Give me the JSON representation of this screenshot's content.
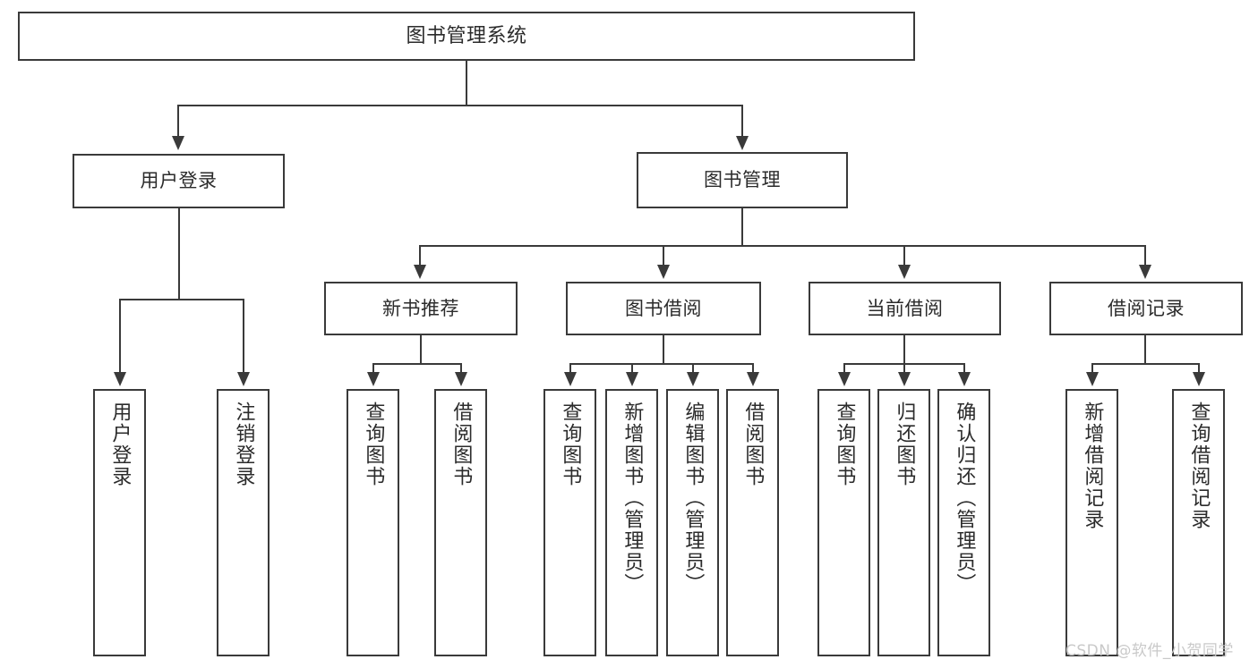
{
  "diagram": {
    "title": "图书管理系统",
    "type": "功能结构图",
    "watermark": "CSDN @软件_小贺同学"
  },
  "nodes": {
    "root": {
      "label": "图书管理系统"
    },
    "level2": [
      {
        "label": "用户登录"
      },
      {
        "label": "图书管理"
      }
    ],
    "level3": [
      {
        "label": "新书推荐"
      },
      {
        "label": "图书借阅"
      },
      {
        "label": "当前借阅"
      },
      {
        "label": "借阅记录"
      }
    ],
    "leaves": [
      {
        "label": "用户登录"
      },
      {
        "label": "注销登录"
      },
      {
        "label": "查询图书"
      },
      {
        "label": "借阅图书"
      },
      {
        "label": "查询图书"
      },
      {
        "label": "新增图书（管理员）"
      },
      {
        "label": "编辑图书（管理员）"
      },
      {
        "label": "借阅图书"
      },
      {
        "label": "查询图书"
      },
      {
        "label": "归还图书"
      },
      {
        "label": "确认归还（管理员）"
      },
      {
        "label": "新增借阅记录"
      },
      {
        "label": "查询借阅记录"
      }
    ]
  },
  "colors": {
    "stroke": "#3a3a3a",
    "text": "#2b2b2b",
    "background": "#ffffff",
    "watermark": "#c9c9c9"
  }
}
